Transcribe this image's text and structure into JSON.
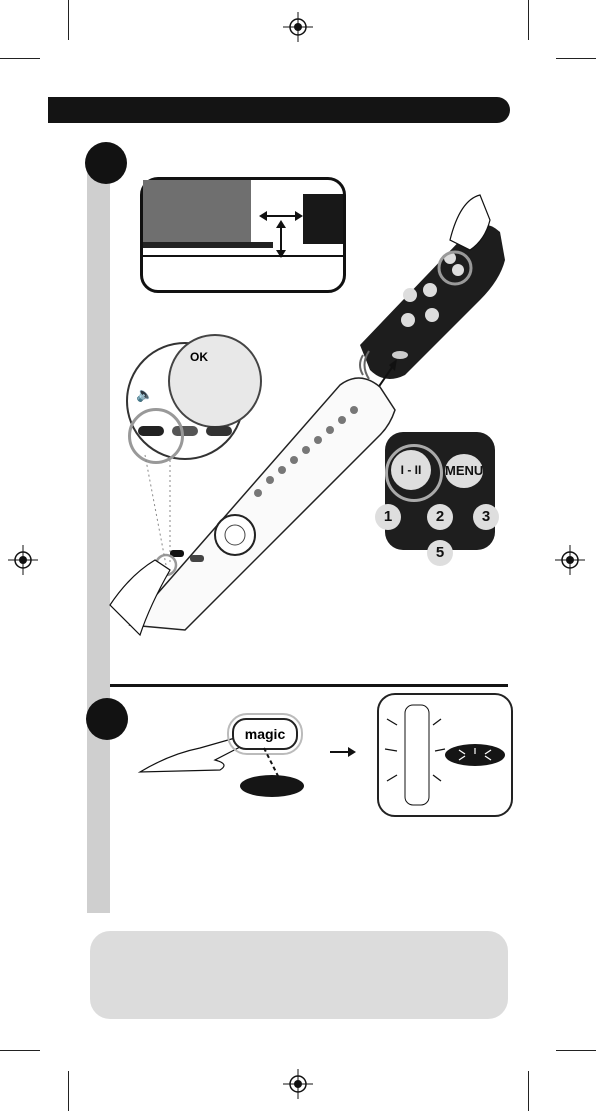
{
  "zoom_panel": {
    "ok_label": "OK"
  },
  "keypad_panel": {
    "i_ii_label": "I - II",
    "menu_label": "MENU",
    "digits": [
      "1",
      "2",
      "3",
      "5"
    ]
  },
  "magic_panel": {
    "magic_label": "magic"
  },
  "remote_labels": {
    "ok": "OK",
    "magic": "magic",
    "plus": "+",
    "minus": "−"
  },
  "icons": [
    "crosshair-icon",
    "speaker-icon",
    "mute-icon",
    "double-arrow-icon",
    "signal-waves-icon",
    "arrow-right-icon",
    "flash-icon"
  ],
  "colors": {
    "dark": "#141414",
    "panel_gray": "#cfcfcf",
    "note_gray": "#dcdcdc"
  }
}
